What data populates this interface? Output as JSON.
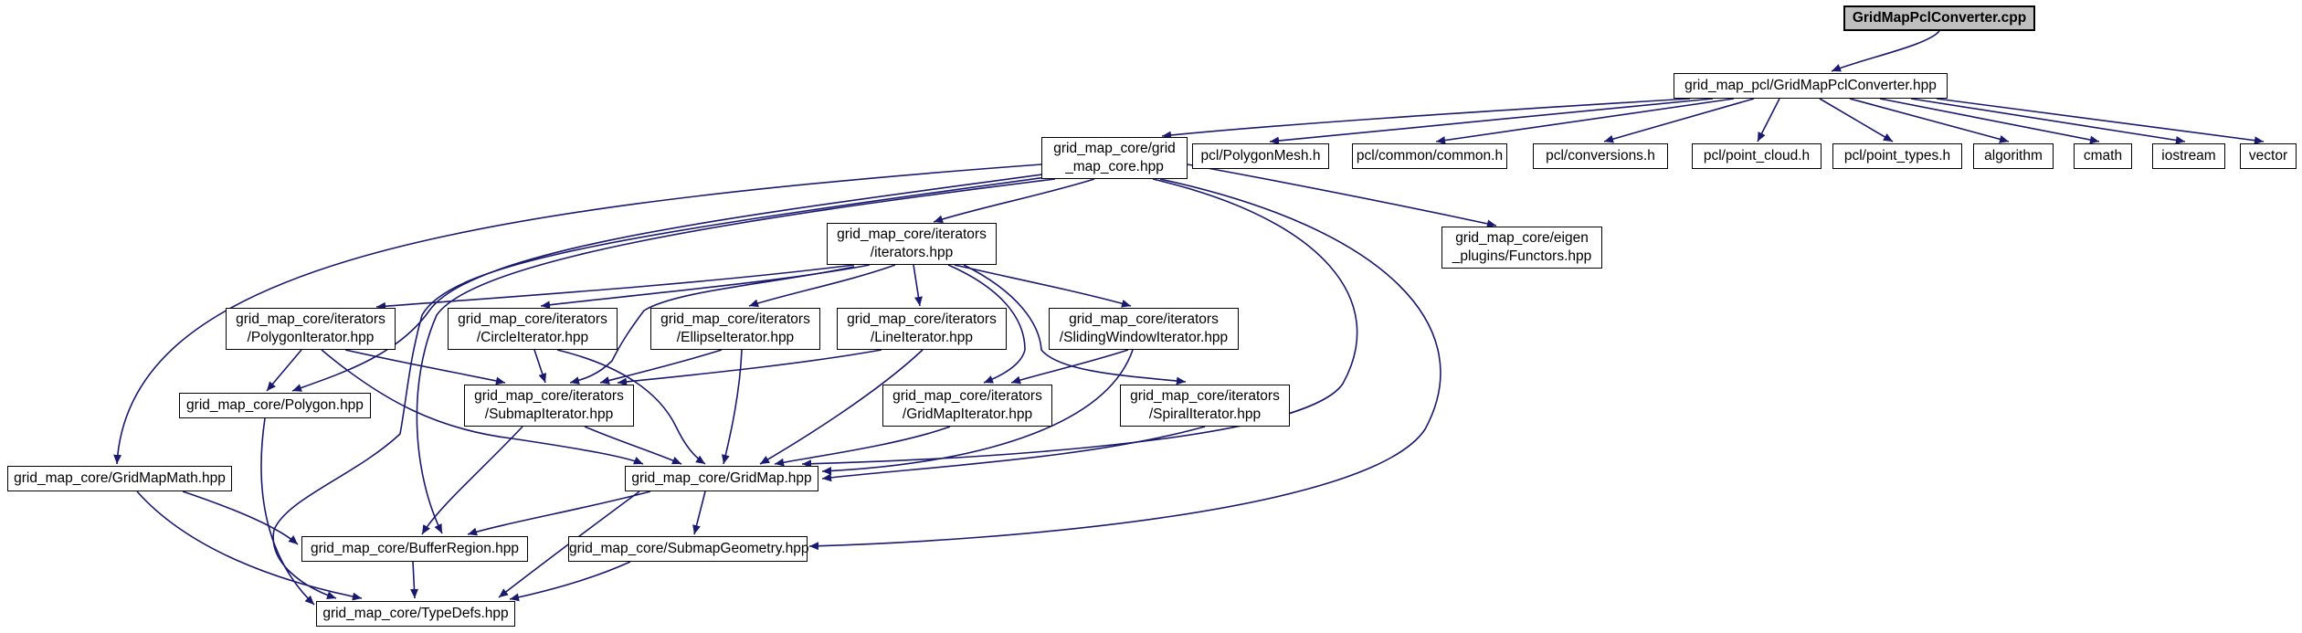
{
  "diagram": {
    "type": "doxygen-include-dependency-graph",
    "root_file": "GridMapPclConverter.cpp"
  },
  "colors": {
    "edge": "#191970",
    "node_border": "#000000",
    "node_background": "#ffffff",
    "root_node_background": "#bfbfbf",
    "page_background": "#ffffff"
  },
  "nodes": [
    {
      "id": "cpp",
      "label": "GridMapPclConverter.cpp"
    },
    {
      "id": "pcl-hpp",
      "label": "grid_map_pcl/GridMapPclConverter.hpp"
    },
    {
      "id": "core",
      "label": "grid_map_core/grid\n_map_core.hpp"
    },
    {
      "id": "polygonmesh",
      "label": "pcl/PolygonMesh.h"
    },
    {
      "id": "common",
      "label": "pcl/common/common.h"
    },
    {
      "id": "conversions",
      "label": "pcl/conversions.h"
    },
    {
      "id": "pointcloud",
      "label": "pcl/point_cloud.h"
    },
    {
      "id": "pointtypes",
      "label": "pcl/point_types.h"
    },
    {
      "id": "algorithm",
      "label": "algorithm"
    },
    {
      "id": "cmath",
      "label": "cmath"
    },
    {
      "id": "iostream",
      "label": "iostream"
    },
    {
      "id": "vector",
      "label": "vector"
    },
    {
      "id": "iterators",
      "label": "grid_map_core/iterators\n/iterators.hpp"
    },
    {
      "id": "functors",
      "label": "grid_map_core/eigen\n_plugins/Functors.hpp"
    },
    {
      "id": "polygon-iterator",
      "label": "grid_map_core/iterators\n/PolygonIterator.hpp"
    },
    {
      "id": "circle-iterator",
      "label": "grid_map_core/iterators\n/CircleIterator.hpp"
    },
    {
      "id": "ellipse-iterator",
      "label": "grid_map_core/iterators\n/EllipseIterator.hpp"
    },
    {
      "id": "line-iterator",
      "label": "grid_map_core/iterators\n/LineIterator.hpp"
    },
    {
      "id": "slidingwindow-iterator",
      "label": "grid_map_core/iterators\n/SlidingWindowIterator.hpp"
    },
    {
      "id": "polygon",
      "label": "grid_map_core/Polygon.hpp"
    },
    {
      "id": "submap-iterator",
      "label": "grid_map_core/iterators\n/SubmapIterator.hpp"
    },
    {
      "id": "gridmap-iterator",
      "label": "grid_map_core/iterators\n/GridMapIterator.hpp"
    },
    {
      "id": "spiral-iterator",
      "label": "grid_map_core/iterators\n/SpiralIterator.hpp"
    },
    {
      "id": "gridmapmath",
      "label": "grid_map_core/GridMapMath.hpp"
    },
    {
      "id": "gridmap",
      "label": "grid_map_core/GridMap.hpp"
    },
    {
      "id": "bufferregion",
      "label": "grid_map_core/BufferRegion.hpp"
    },
    {
      "id": "submapgeometry",
      "label": "grid_map_core/SubmapGeometry.hpp"
    },
    {
      "id": "typedefs",
      "label": "grid_map_core/TypeDefs.hpp"
    }
  ],
  "edges": [
    {
      "from": "cpp",
      "to": "pcl-hpp"
    },
    {
      "from": "pcl-hpp",
      "to": "core"
    },
    {
      "from": "pcl-hpp",
      "to": "polygonmesh"
    },
    {
      "from": "pcl-hpp",
      "to": "common"
    },
    {
      "from": "pcl-hpp",
      "to": "conversions"
    },
    {
      "from": "pcl-hpp",
      "to": "pointcloud"
    },
    {
      "from": "pcl-hpp",
      "to": "pointtypes"
    },
    {
      "from": "pcl-hpp",
      "to": "algorithm"
    },
    {
      "from": "pcl-hpp",
      "to": "cmath"
    },
    {
      "from": "pcl-hpp",
      "to": "iostream"
    },
    {
      "from": "pcl-hpp",
      "to": "vector"
    },
    {
      "from": "core",
      "to": "iterators"
    },
    {
      "from": "core",
      "to": "functors"
    },
    {
      "from": "core",
      "to": "gridmapmath"
    },
    {
      "from": "core",
      "to": "typedefs"
    },
    {
      "from": "core",
      "to": "gridmap"
    },
    {
      "from": "core",
      "to": "submapgeometry"
    },
    {
      "from": "core",
      "to": "bufferregion"
    },
    {
      "from": "core",
      "to": "polygon"
    },
    {
      "from": "iterators",
      "to": "polygon-iterator"
    },
    {
      "from": "iterators",
      "to": "circle-iterator"
    },
    {
      "from": "iterators",
      "to": "ellipse-iterator"
    },
    {
      "from": "iterators",
      "to": "line-iterator"
    },
    {
      "from": "iterators",
      "to": "slidingwindow-iterator"
    },
    {
      "from": "iterators",
      "to": "submap-iterator"
    },
    {
      "from": "iterators",
      "to": "gridmap-iterator"
    },
    {
      "from": "iterators",
      "to": "spiral-iterator"
    },
    {
      "from": "polygon-iterator",
      "to": "polygon"
    },
    {
      "from": "polygon-iterator",
      "to": "submap-iterator"
    },
    {
      "from": "polygon-iterator",
      "to": "gridmap"
    },
    {
      "from": "circle-iterator",
      "to": "submap-iterator"
    },
    {
      "from": "circle-iterator",
      "to": "gridmap"
    },
    {
      "from": "ellipse-iterator",
      "to": "submap-iterator"
    },
    {
      "from": "ellipse-iterator",
      "to": "gridmap"
    },
    {
      "from": "line-iterator",
      "to": "submap-iterator"
    },
    {
      "from": "line-iterator",
      "to": "gridmap"
    },
    {
      "from": "slidingwindow-iterator",
      "to": "gridmap-iterator"
    },
    {
      "from": "slidingwindow-iterator",
      "to": "gridmap"
    },
    {
      "from": "spiral-iterator",
      "to": "gridmap"
    },
    {
      "from": "submap-iterator",
      "to": "gridmap"
    },
    {
      "from": "submap-iterator",
      "to": "bufferregion"
    },
    {
      "from": "gridmap-iterator",
      "to": "gridmap"
    },
    {
      "from": "gridmap",
      "to": "typedefs"
    },
    {
      "from": "gridmap",
      "to": "bufferregion"
    },
    {
      "from": "gridmap",
      "to": "submapgeometry"
    },
    {
      "from": "gridmapmath",
      "to": "typedefs"
    },
    {
      "from": "gridmapmath",
      "to": "bufferregion"
    },
    {
      "from": "polygon",
      "to": "typedefs"
    },
    {
      "from": "bufferregion",
      "to": "typedefs"
    },
    {
      "from": "submapgeometry",
      "to": "typedefs"
    }
  ]
}
